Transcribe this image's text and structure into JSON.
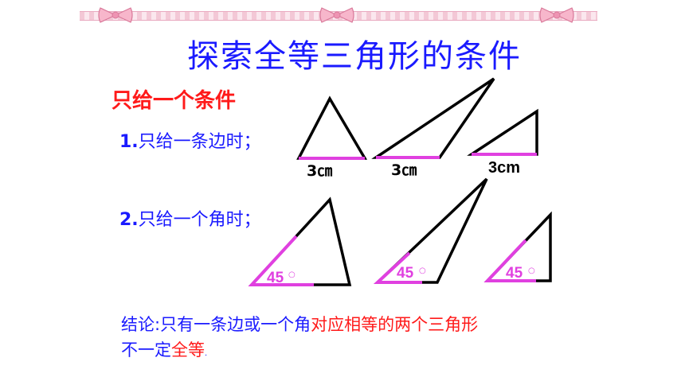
{
  "title": "探索全等三角形的条件",
  "heading": "只给一个条件",
  "case1": {
    "num": "1.",
    "text": "只给一条边时；"
  },
  "case2": {
    "num": "2.",
    "text": "只给一个角时；"
  },
  "side_labels": [
    "3㎝",
    "3㎝",
    "3cm"
  ],
  "angle_labels": [
    "45",
    "45",
    "45"
  ],
  "degree_mark": "○",
  "conclusion": {
    "part1": "结论:只有一条边或一个角",
    "part2": "对应相等的两个三角形",
    "part3": "不一定",
    "part4": "全等",
    "part5": "."
  },
  "colors": {
    "title": "#1a1aff",
    "heading": "#ff1a1a",
    "highlight": "#e040e0",
    "line": "#000000"
  }
}
